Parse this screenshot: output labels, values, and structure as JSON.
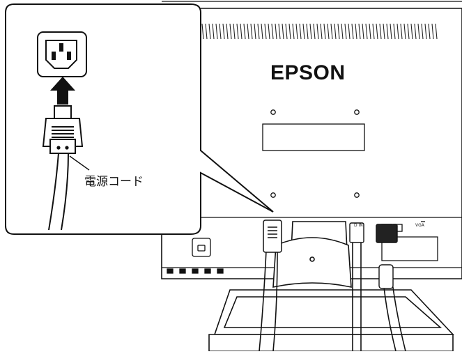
{
  "diagram": {
    "brand": "EPSON",
    "callout_label": "電源コード",
    "port_labels": {
      "vga": "VGA",
      "dvi_in": "D IN"
    }
  }
}
